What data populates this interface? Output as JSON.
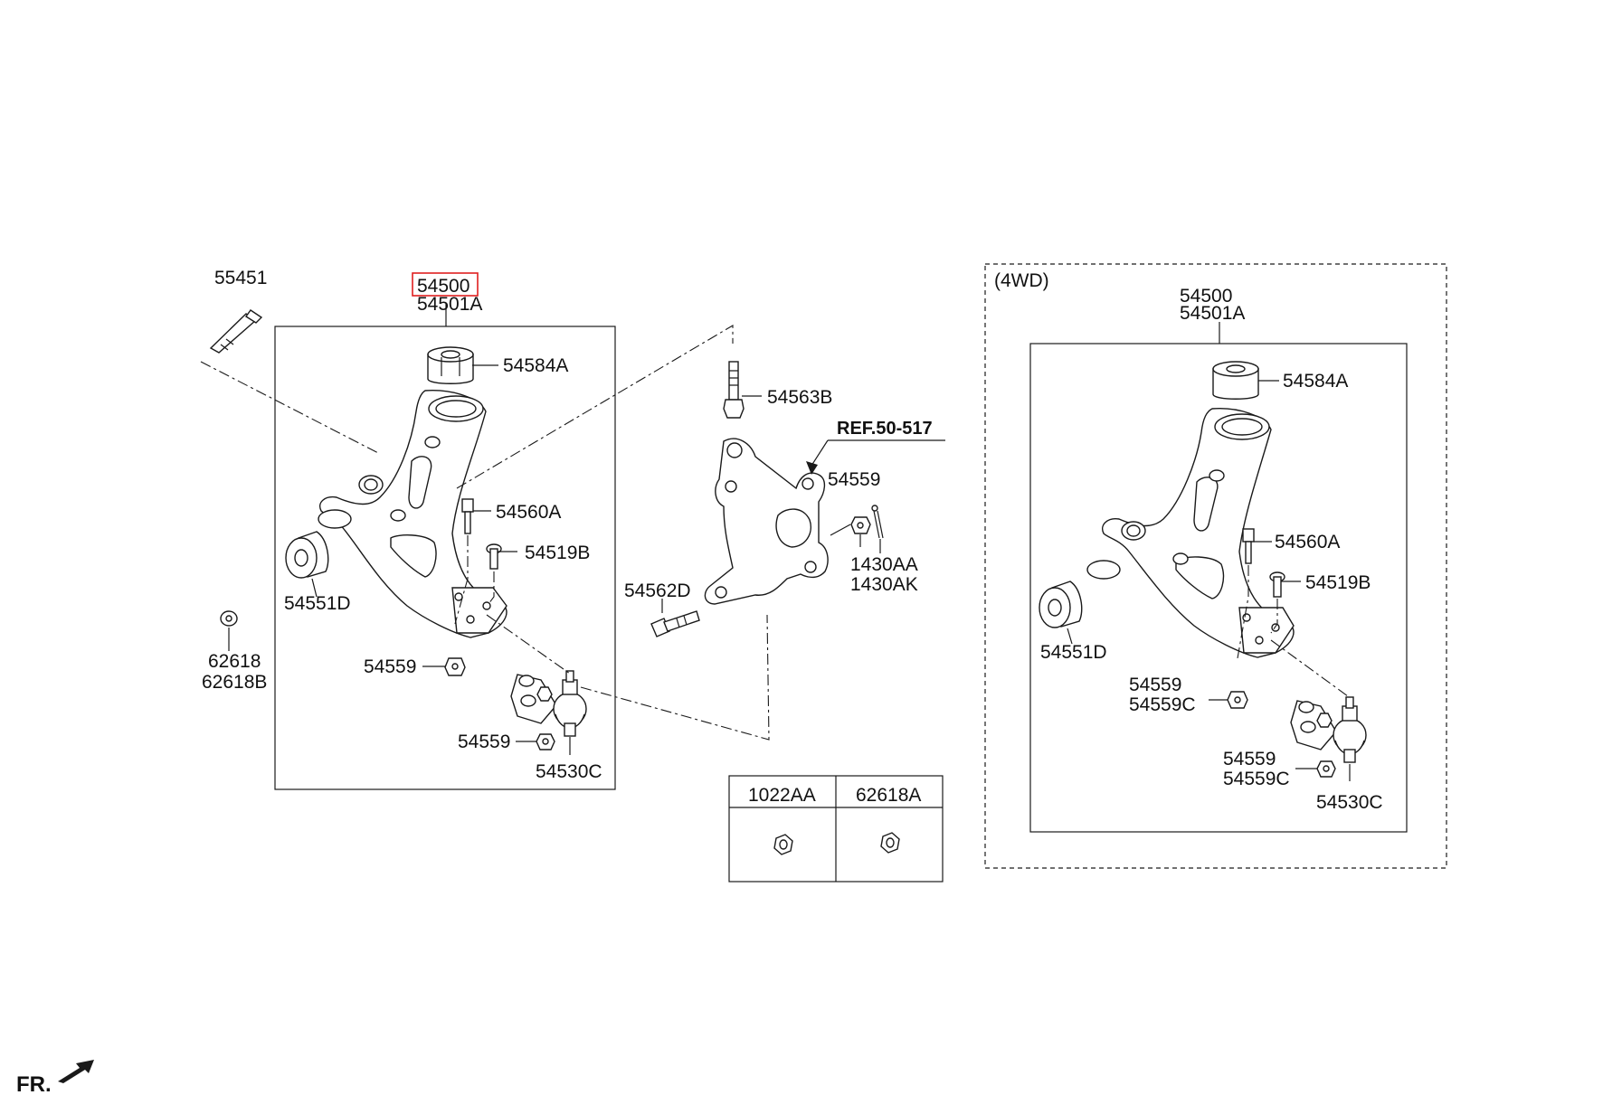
{
  "labels": {
    "main_arm": {
      "p55451": "55451",
      "p54500": "54500",
      "p54501A": "54501A",
      "p54584A": "54584A",
      "p54560A": "54560A",
      "p54519B": "54519B",
      "p54551D": "54551D",
      "p62618": "62618",
      "p62618B": "62618B",
      "p54559_a": "54559",
      "p54559_b": "54559",
      "p54530C": "54530C"
    },
    "knuckle": {
      "p54563B": "54563B",
      "ref": "REF.50-517",
      "p54559": "54559",
      "p1430AA": "1430AA",
      "p1430AK": "1430AK",
      "p54562D": "54562D"
    },
    "awd": {
      "title": "(4WD)",
      "p54500": "54500",
      "p54501A": "54501A",
      "p54584A": "54584A",
      "p54560A": "54560A",
      "p54519B": "54519B",
      "p54551D": "54551D",
      "p54559_a": "54559",
      "p54559C_a": "54559C",
      "p54559_b": "54559",
      "p54559C_b": "54559C",
      "p54530C": "54530C"
    },
    "nut_table": {
      "col1": "1022AA",
      "col2": "62618A"
    },
    "fr": "FR."
  },
  "highlight": {
    "part": "54500",
    "color": "#e02020"
  },
  "colors": {
    "line": "#1a1a1a",
    "background": "#ffffff"
  }
}
